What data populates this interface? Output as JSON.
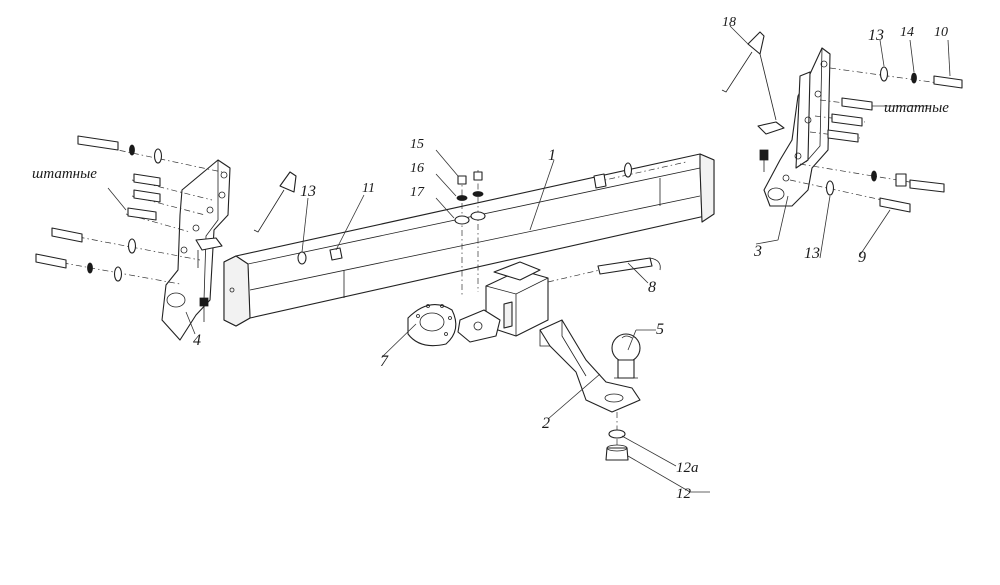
{
  "callouts": {
    "c1": "1",
    "c2": "2",
    "c3": "3",
    "c4": "4",
    "c5": "5",
    "c7": "7",
    "c8": "8",
    "c9": "9",
    "c10": "10",
    "c11": "11",
    "c12": "12",
    "c12a": "12а",
    "c13_left": "13",
    "c13_right_top": "13",
    "c13_right_bottom": "13",
    "c14": "14",
    "c15": "15",
    "c16": "16",
    "c17": "17",
    "c18": "18"
  },
  "notes": {
    "stock_left": "штатные",
    "stock_right": "штатные"
  }
}
